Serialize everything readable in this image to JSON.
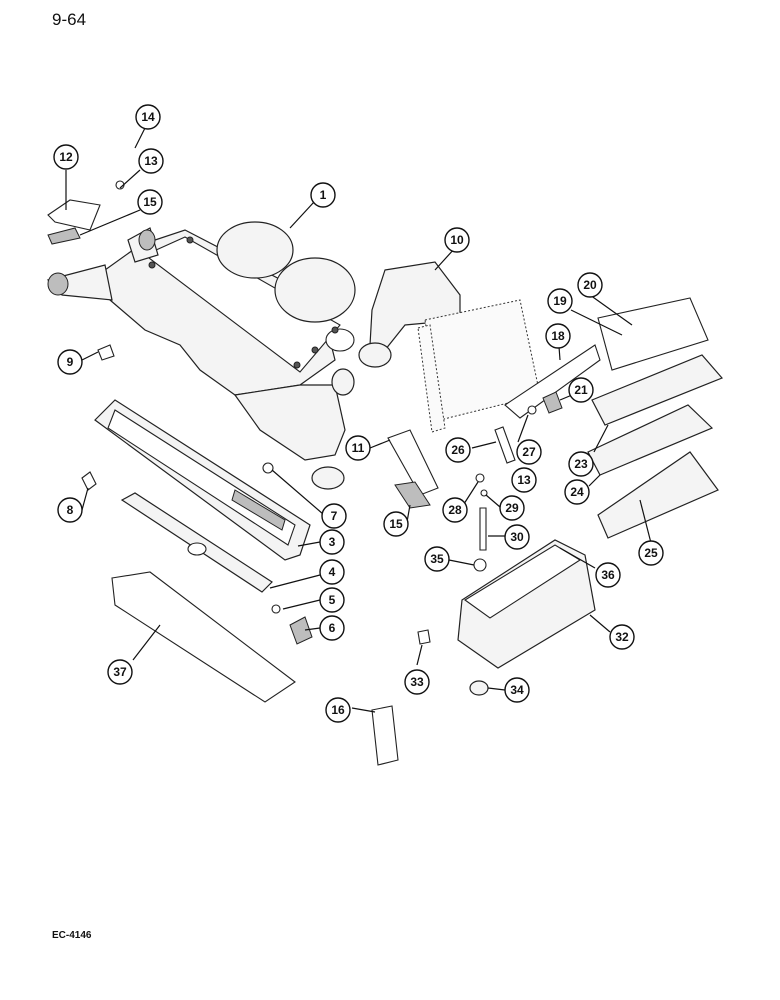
{
  "page_number": "9-64",
  "drawing_code": "EC-4146",
  "callouts": {
    "c1": "1",
    "c3": "3",
    "c4": "4",
    "c5": "5",
    "c6": "6",
    "c7": "7",
    "c8": "8",
    "c9": "9",
    "c10": "10",
    "c11": "11",
    "c12": "12",
    "c13a": "13",
    "c13b": "13",
    "c14": "14",
    "c15a": "15",
    "c15b": "15",
    "c16": "16",
    "c18": "18",
    "c19": "19",
    "c20": "20",
    "c21": "21",
    "c23": "23",
    "c24": "24",
    "c25": "25",
    "c26": "26",
    "c27": "27",
    "c28": "28",
    "c29": "29",
    "c30": "30",
    "c32": "32",
    "c33": "33",
    "c34": "34",
    "c35": "35",
    "c36": "36",
    "c37": "37"
  }
}
